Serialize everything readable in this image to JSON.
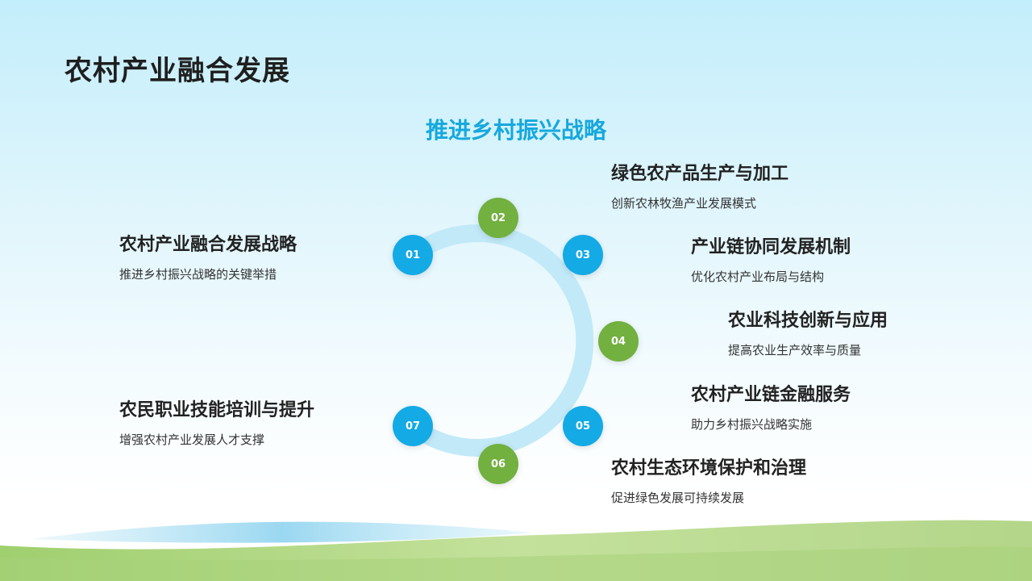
{
  "title": "农村产业融合发展",
  "subtitle": "推进乡村振兴战略",
  "colors": {
    "blue": "#13aae6",
    "green": "#72b03f",
    "subtitle": "#16a8de",
    "ring": "#bfe8f7"
  },
  "nodes": [
    {
      "label": "01",
      "color": "blue"
    },
    {
      "label": "02",
      "color": "green"
    },
    {
      "label": "03",
      "color": "blue"
    },
    {
      "label": "04",
      "color": "green"
    },
    {
      "label": "05",
      "color": "blue"
    },
    {
      "label": "06",
      "color": "green"
    },
    {
      "label": "07",
      "color": "blue"
    }
  ],
  "items": [
    {
      "heading": "农村产业融合发展战略",
      "desc": "推进乡村振兴战略的关键举措"
    },
    {
      "heading": "绿色农产品生产与加工",
      "desc": "创新农林牧渔产业发展模式"
    },
    {
      "heading": "产业链协同发展机制",
      "desc": "优化农村产业布局与结构"
    },
    {
      "heading": "农业科技创新与应用",
      "desc": "提高农业生产效率与质量"
    },
    {
      "heading": "农村产业链金融服务",
      "desc": "助力乡村振兴战略实施"
    },
    {
      "heading": "农村生态环境保护和治理",
      "desc": "促进绿色发展可持续发展"
    },
    {
      "heading": "农民职业技能培训与提升",
      "desc": "增强农村产业发展人才支撑"
    }
  ]
}
